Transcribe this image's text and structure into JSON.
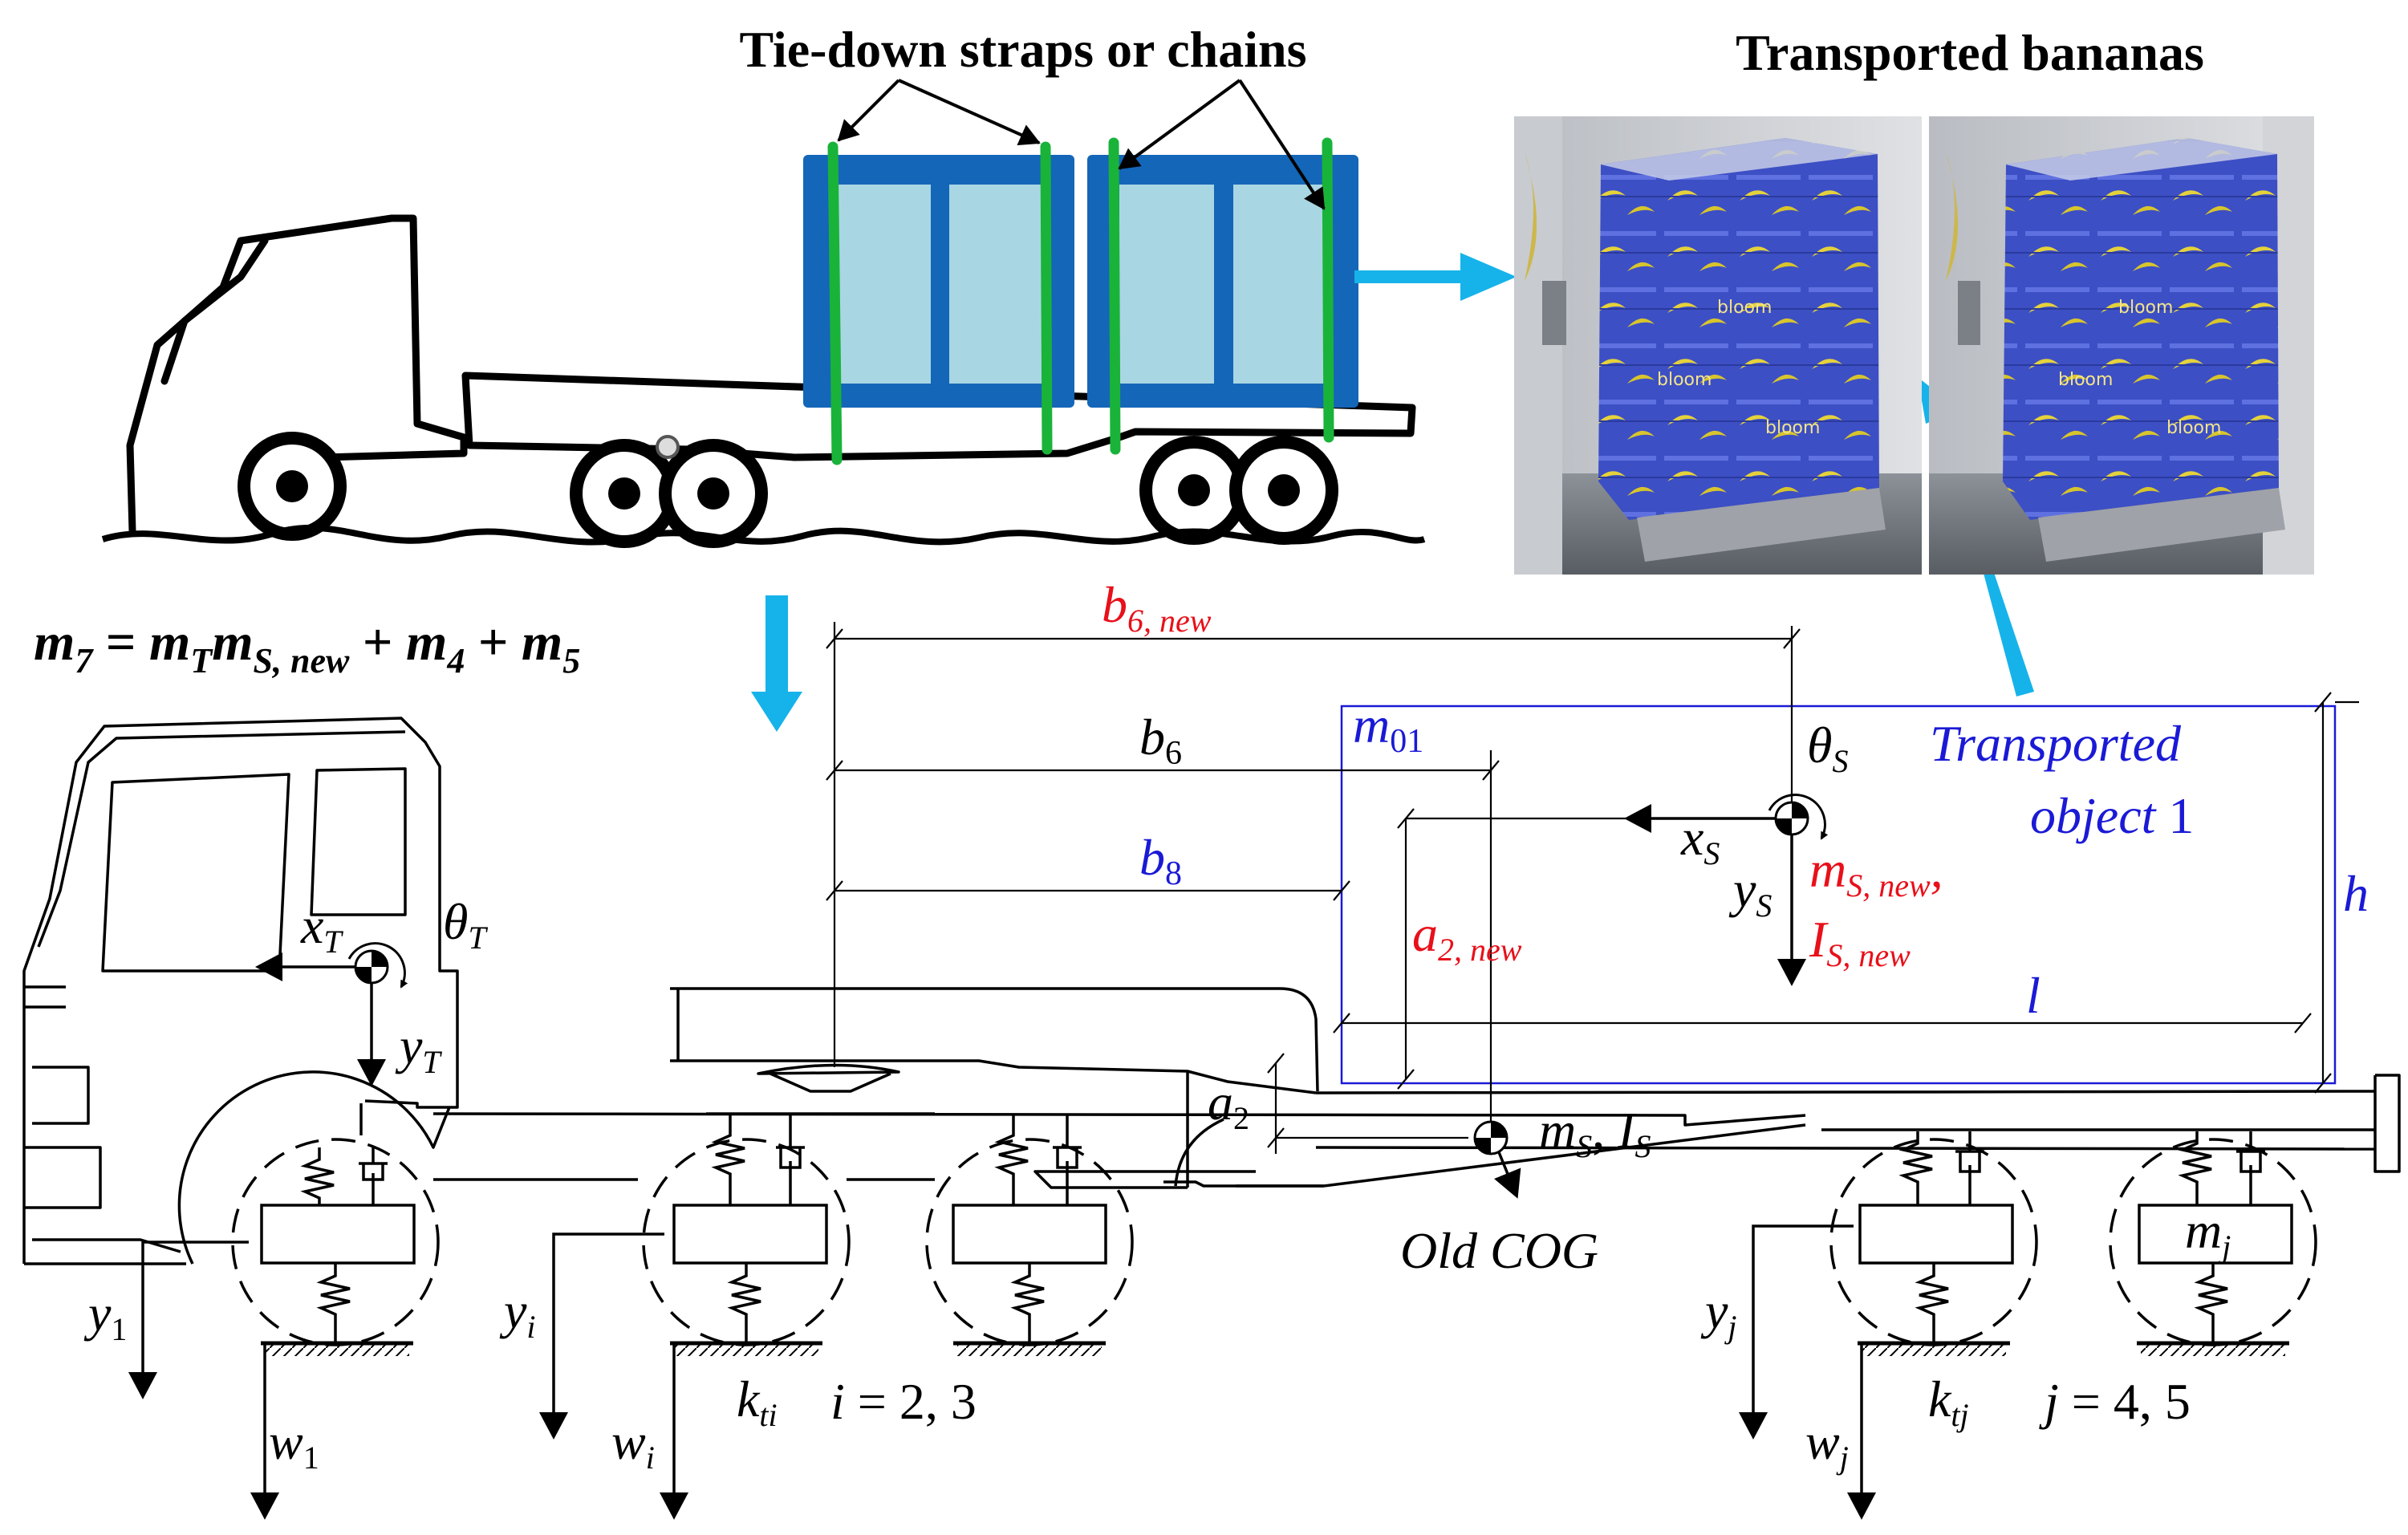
{
  "labels": {
    "straps_title": "Tie-down straps or chains",
    "bananas_title": "Transported bananas",
    "mass_eq": {
      "m7": "m",
      "m7_sub": "7",
      "eq": " = ",
      "mT": "m",
      "mT_sub": "T",
      "mS": "m",
      "mS_sub": "S, new",
      "plus1": " + ",
      "m4": "m",
      "m4_sub": "4",
      "plus2": " + ",
      "m5": "m",
      "m5_sub": "5"
    },
    "b6new": {
      "base": "b",
      "sub": "6, new"
    },
    "b6": {
      "base": "b",
      "sub": "6"
    },
    "b8": {
      "base": "b",
      "sub": "8"
    },
    "m01": {
      "base": "m",
      "sub": "01"
    },
    "thetaS": {
      "base": "θ",
      "sub": "S"
    },
    "xS": {
      "base": "x",
      "sub": "S"
    },
    "yS": {
      "base": "y",
      "sub": "S"
    },
    "mSnew": {
      "base": "m",
      "sub": "S, new",
      "tail": ","
    },
    "ISnew": {
      "base": "I",
      "sub": "S, new"
    },
    "a2new": {
      "base": "a",
      "sub": "2, new"
    },
    "a2": {
      "base": "a",
      "sub": "2"
    },
    "transported_obj_l1": "Transported",
    "transported_obj_l2": "object",
    "transported_obj_num": "1",
    "h": "h",
    "l": "l",
    "xT": {
      "base": "x",
      "sub": "T"
    },
    "yT": {
      "base": "y",
      "sub": "T"
    },
    "thetaT": {
      "base": "θ",
      "sub": "T"
    },
    "mS_IS": {
      "m": "m",
      "m_sub": "S",
      "sep": ", ",
      "I": "I",
      "I_sub": "S"
    },
    "old_cog": "Old COG",
    "mj": {
      "base": "m",
      "sub": "j"
    },
    "y1": {
      "base": "y",
      "sub": "1"
    },
    "w1": {
      "base": "w",
      "sub": "1"
    },
    "yi": {
      "base": "y",
      "sub": "i"
    },
    "wi": {
      "base": "w",
      "sub": "i"
    },
    "kti": {
      "base": "k",
      "sub": "ti"
    },
    "i_range": {
      "var": "i",
      "rest": " = 2, 3"
    },
    "yj": {
      "base": "y",
      "sub": "j"
    },
    "wj": {
      "base": "w",
      "sub": "j"
    },
    "ktj": {
      "base": "k",
      "sub": "tj"
    },
    "j_range": {
      "var": "j",
      "rest": " = 4, 5"
    }
  },
  "photo_text": {
    "brand": "bloom"
  },
  "colors": {
    "red": "#e8101a",
    "blue": "#1a1ad6",
    "cyan_arrow": "#16b3ea",
    "green_strap": "#19b33a",
    "container_dark": "#1466b8",
    "container_light": "#a9d6e3"
  }
}
